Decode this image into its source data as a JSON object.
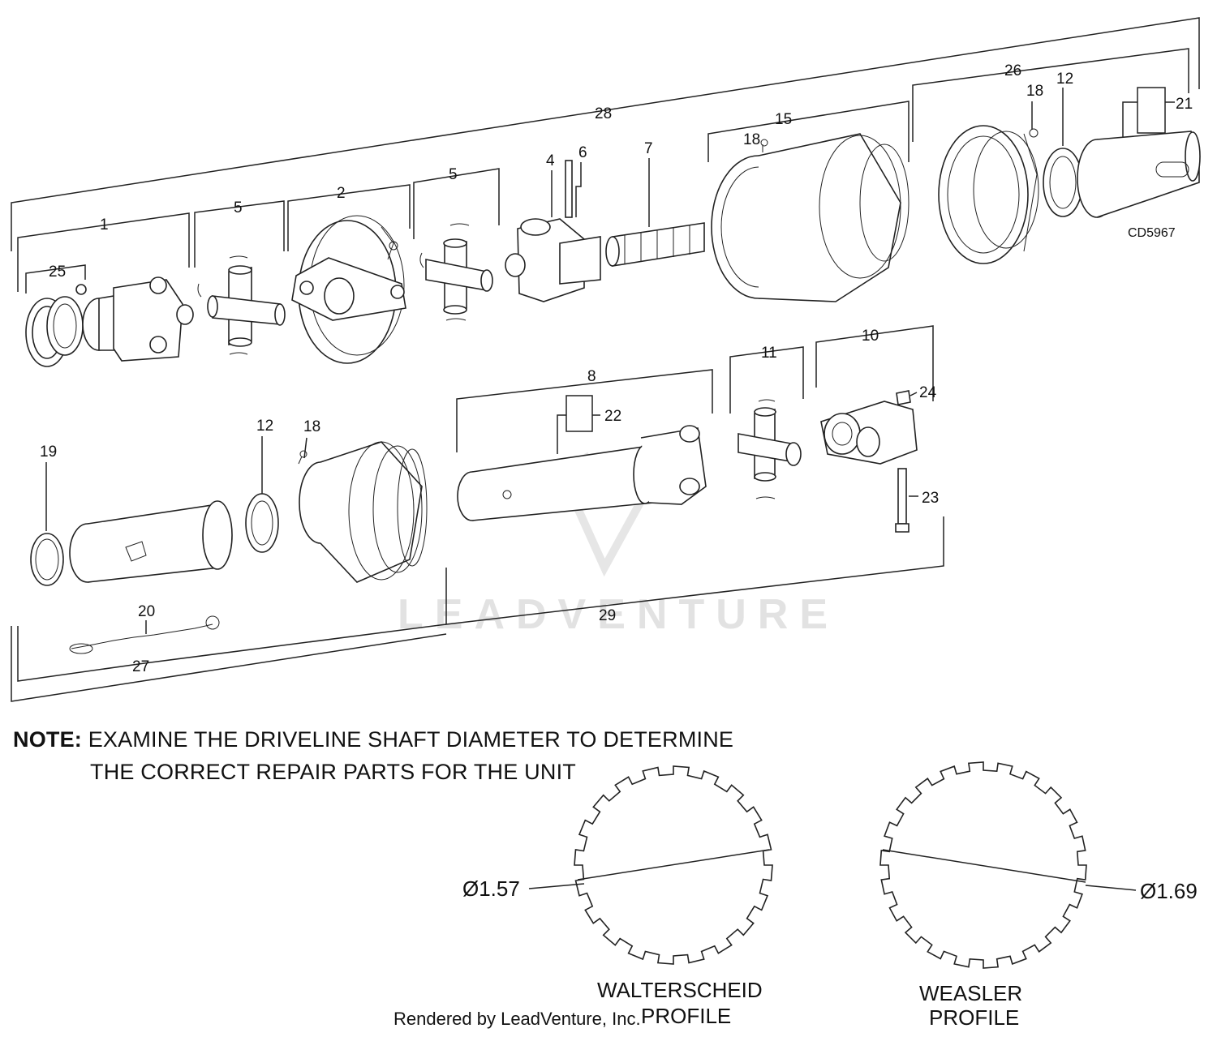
{
  "drawing_code": "CD5967",
  "callouts": {
    "c1": "1",
    "c2": "2",
    "c4": "4",
    "c5a": "5",
    "c5b": "5",
    "c6": "6",
    "c7": "7",
    "c8": "8",
    "c10": "10",
    "c11": "11",
    "c12a": "12",
    "c12b": "12",
    "c15": "15",
    "c18a": "18",
    "c18b": "18",
    "c18c": "18",
    "c19": "19",
    "c20": "20",
    "c21": "21",
    "c22": "22",
    "c23": "23",
    "c24": "24",
    "c25": "25",
    "c26": "26",
    "c27": "27",
    "c28": "28",
    "c29": "29"
  },
  "note": {
    "label": "NOTE:",
    "line1": "EXAMINE THE DRIVELINE SHAFT DIAMETER TO DETERMINE",
    "line2": "THE CORRECT REPAIR PARTS FOR THE UNIT"
  },
  "profiles": {
    "walterscheid": {
      "diameter": "Ø1.57",
      "name_line1": "WALTERSCHEID",
      "name_line2": "PROFILE"
    },
    "weasler": {
      "diameter": "Ø1.69",
      "name_line1": "WEASLER",
      "name_line2": "PROFILE"
    }
  },
  "footer": {
    "rendered_by": "Rendered by LeadVenture, Inc."
  },
  "watermark": {
    "text": "LEADVENTURE"
  }
}
